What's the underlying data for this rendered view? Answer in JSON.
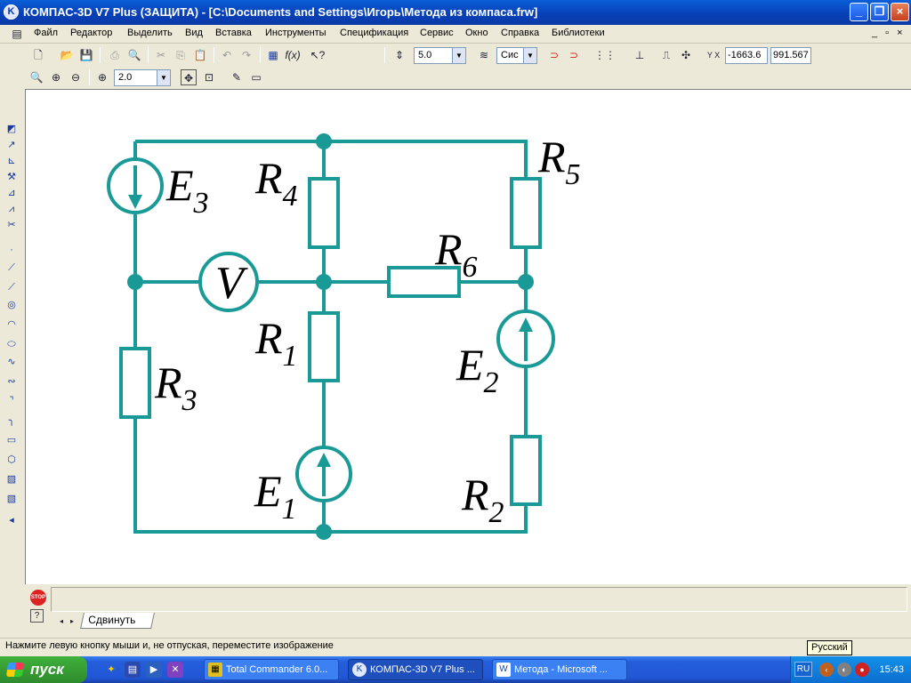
{
  "window": {
    "title": "КОМПАС-3D V7 Plus (ЗАЩИТА) - [C:\\Documents and Settings\\Игорь\\Метода из компаса.frw]"
  },
  "menu": [
    "Файл",
    "Редактор",
    "Выделить",
    "Вид",
    "Вставка",
    "Инструменты",
    "Спецификация",
    "Сервис",
    "Окно",
    "Справка",
    "Библиотеки"
  ],
  "toolbar": {
    "step_value": "5.0",
    "layer_value": "Сис",
    "coord_x": "-1663.6",
    "coord_y": "991.567",
    "coord_label": "Y X",
    "zoom_value": "2.0"
  },
  "diagram": {
    "labels": {
      "E3": {
        "main": "E",
        "sub": "3"
      },
      "R4": {
        "main": "R",
        "sub": "4"
      },
      "R5": {
        "main": "R",
        "sub": "5"
      },
      "R6": {
        "main": "R",
        "sub": "6"
      },
      "V": "V",
      "R1": {
        "main": "R",
        "sub": "1"
      },
      "E2": {
        "main": "E",
        "sub": "2"
      },
      "R3": {
        "main": "R",
        "sub": "3"
      },
      "E1": {
        "main": "E",
        "sub": "1"
      },
      "R2": {
        "main": "R",
        "sub": "2"
      }
    },
    "colors": {
      "wire": "#1a9a96",
      "background": "#ffffff"
    }
  },
  "command": {
    "tab_label": "Сдвинуть"
  },
  "status": {
    "message": "Нажмите левую кнопку мыши и, не отпуская, переместите изображение",
    "tooltip": "Русский"
  },
  "taskbar": {
    "start_label": "пуск",
    "tasks": [
      "Total Commander 6.0...",
      "КОМПАС-3D V7 Plus ...",
      "Метода - Microsoft ..."
    ],
    "lang": "RU",
    "clock": "15:43"
  }
}
